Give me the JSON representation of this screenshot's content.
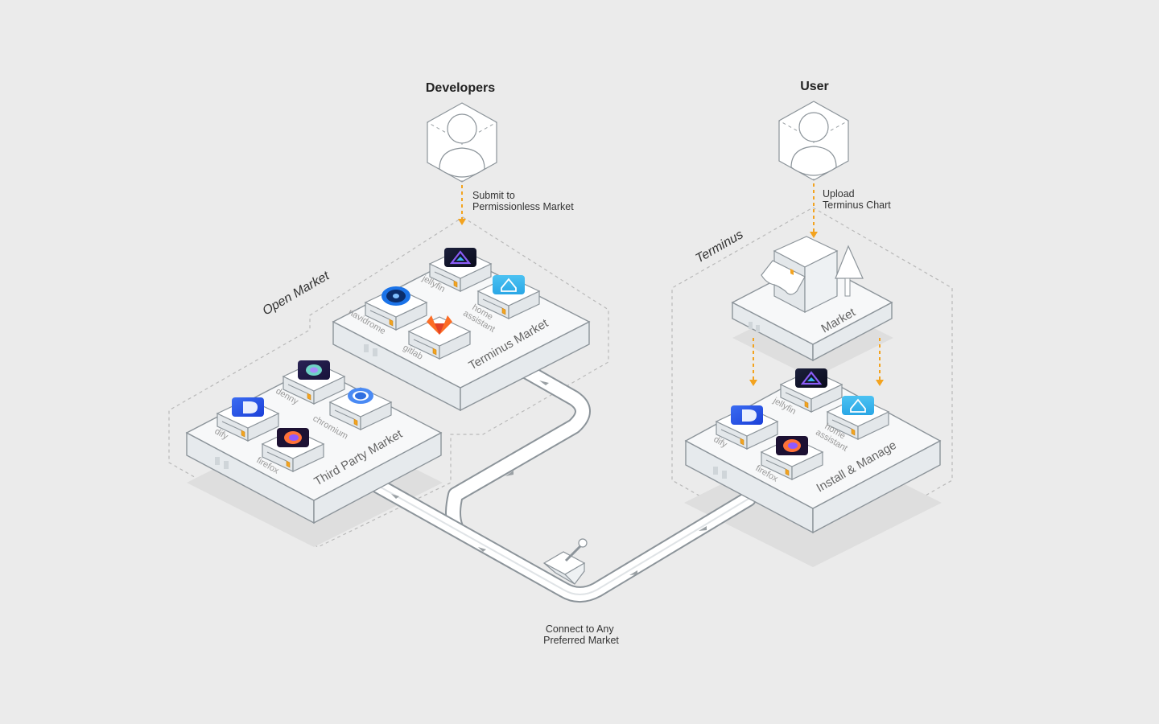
{
  "roles": {
    "developers": "Developers",
    "user": "User"
  },
  "flows": {
    "developers_note": [
      "Submit to",
      "Permissionless Market"
    ],
    "user_note": [
      "Upload",
      "Terminus Chart"
    ],
    "connect_note": [
      "Connect to Any",
      "Preferred Market"
    ]
  },
  "zones": {
    "open_market": "Open Market",
    "terminus": "Terminus"
  },
  "platforms": {
    "terminus_market": "Terminus Market",
    "third_party_market": "Third Party Market",
    "market": "Market",
    "install_manage": "Install & Manage"
  },
  "apps": {
    "terminus_market": [
      "jellyfin",
      "home assistant",
      "navidrome",
      "gitlab"
    ],
    "third_party_market": [
      "denny",
      "chromium",
      "dify",
      "firefox"
    ],
    "install_manage": [
      "jellyfin",
      "home assistant",
      "dify",
      "firefox"
    ]
  },
  "app_label_lines": {
    "home_assistant": [
      "home",
      "assistant"
    ]
  },
  "colors": {
    "flow_arrow": "#f3a31f",
    "outline": "#8c949a",
    "background": "#ebebeb",
    "led": "#f3a31f"
  }
}
